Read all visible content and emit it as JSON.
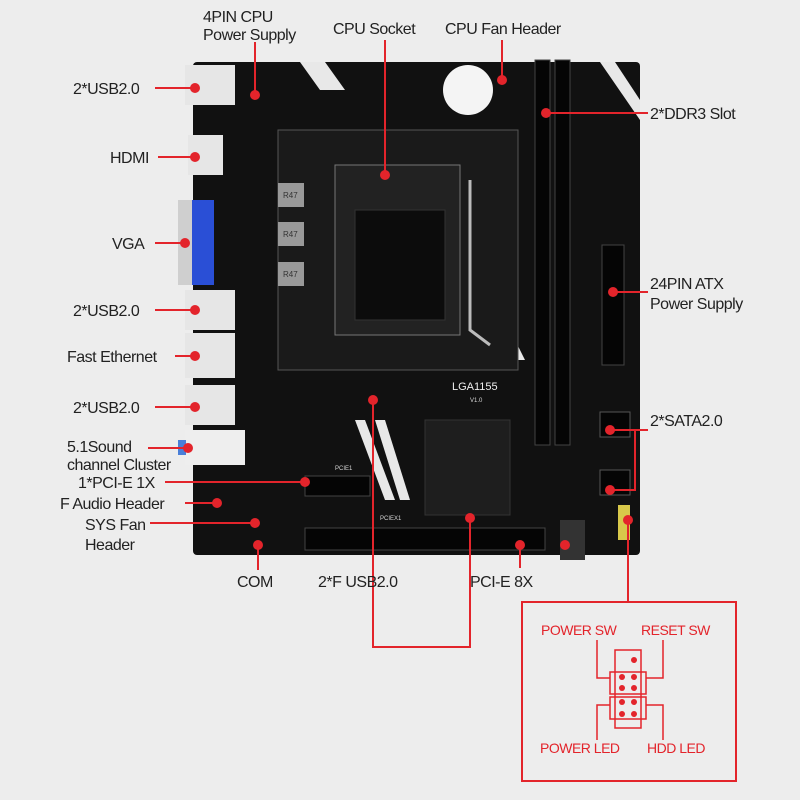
{
  "labels": {
    "cpu_power": [
      "4PIN CPU",
      "Power Supply"
    ],
    "cpu_socket": "CPU Socket",
    "cpu_fan": "CPU Fan Header",
    "usb_top": "2*USB2.0",
    "hdmi": "HDMI",
    "vga": "VGA",
    "usb_mid": "2*USB2.0",
    "ethernet": "Fast Ethernet",
    "usb_low": "2*USB2.0",
    "sound": [
      "5.1Sound",
      "channel Cluster"
    ],
    "pcie1x": "1*PCI-E 1X",
    "f_audio": "F Audio Header",
    "sys_fan": [
      "SYS Fan",
      "Header"
    ],
    "com": "COM",
    "f_usb": "2*F USB2.0",
    "pcie8x": "PCI-E 8X",
    "ddr3": "2*DDR3 Slot",
    "atx24": [
      "24PIN ATX",
      "Power Supply"
    ],
    "sata": "2*SATA2.0"
  },
  "front_panel": {
    "power_sw": "POWER SW",
    "reset_sw": "RESET SW",
    "power_led": "POWER LED",
    "hdd_led": "HDD  LED"
  },
  "board_silkscreen": {
    "socket_model": "LGA1155",
    "version": "V1.0",
    "inductor": "R47",
    "pcie1x_slot": "PCIE1",
    "pcie8x_slot": "PCIEX1"
  },
  "colors": {
    "accent": "#e3242b",
    "board": "#111111",
    "vga": "#2a4fd6",
    "background": "#ededed"
  }
}
